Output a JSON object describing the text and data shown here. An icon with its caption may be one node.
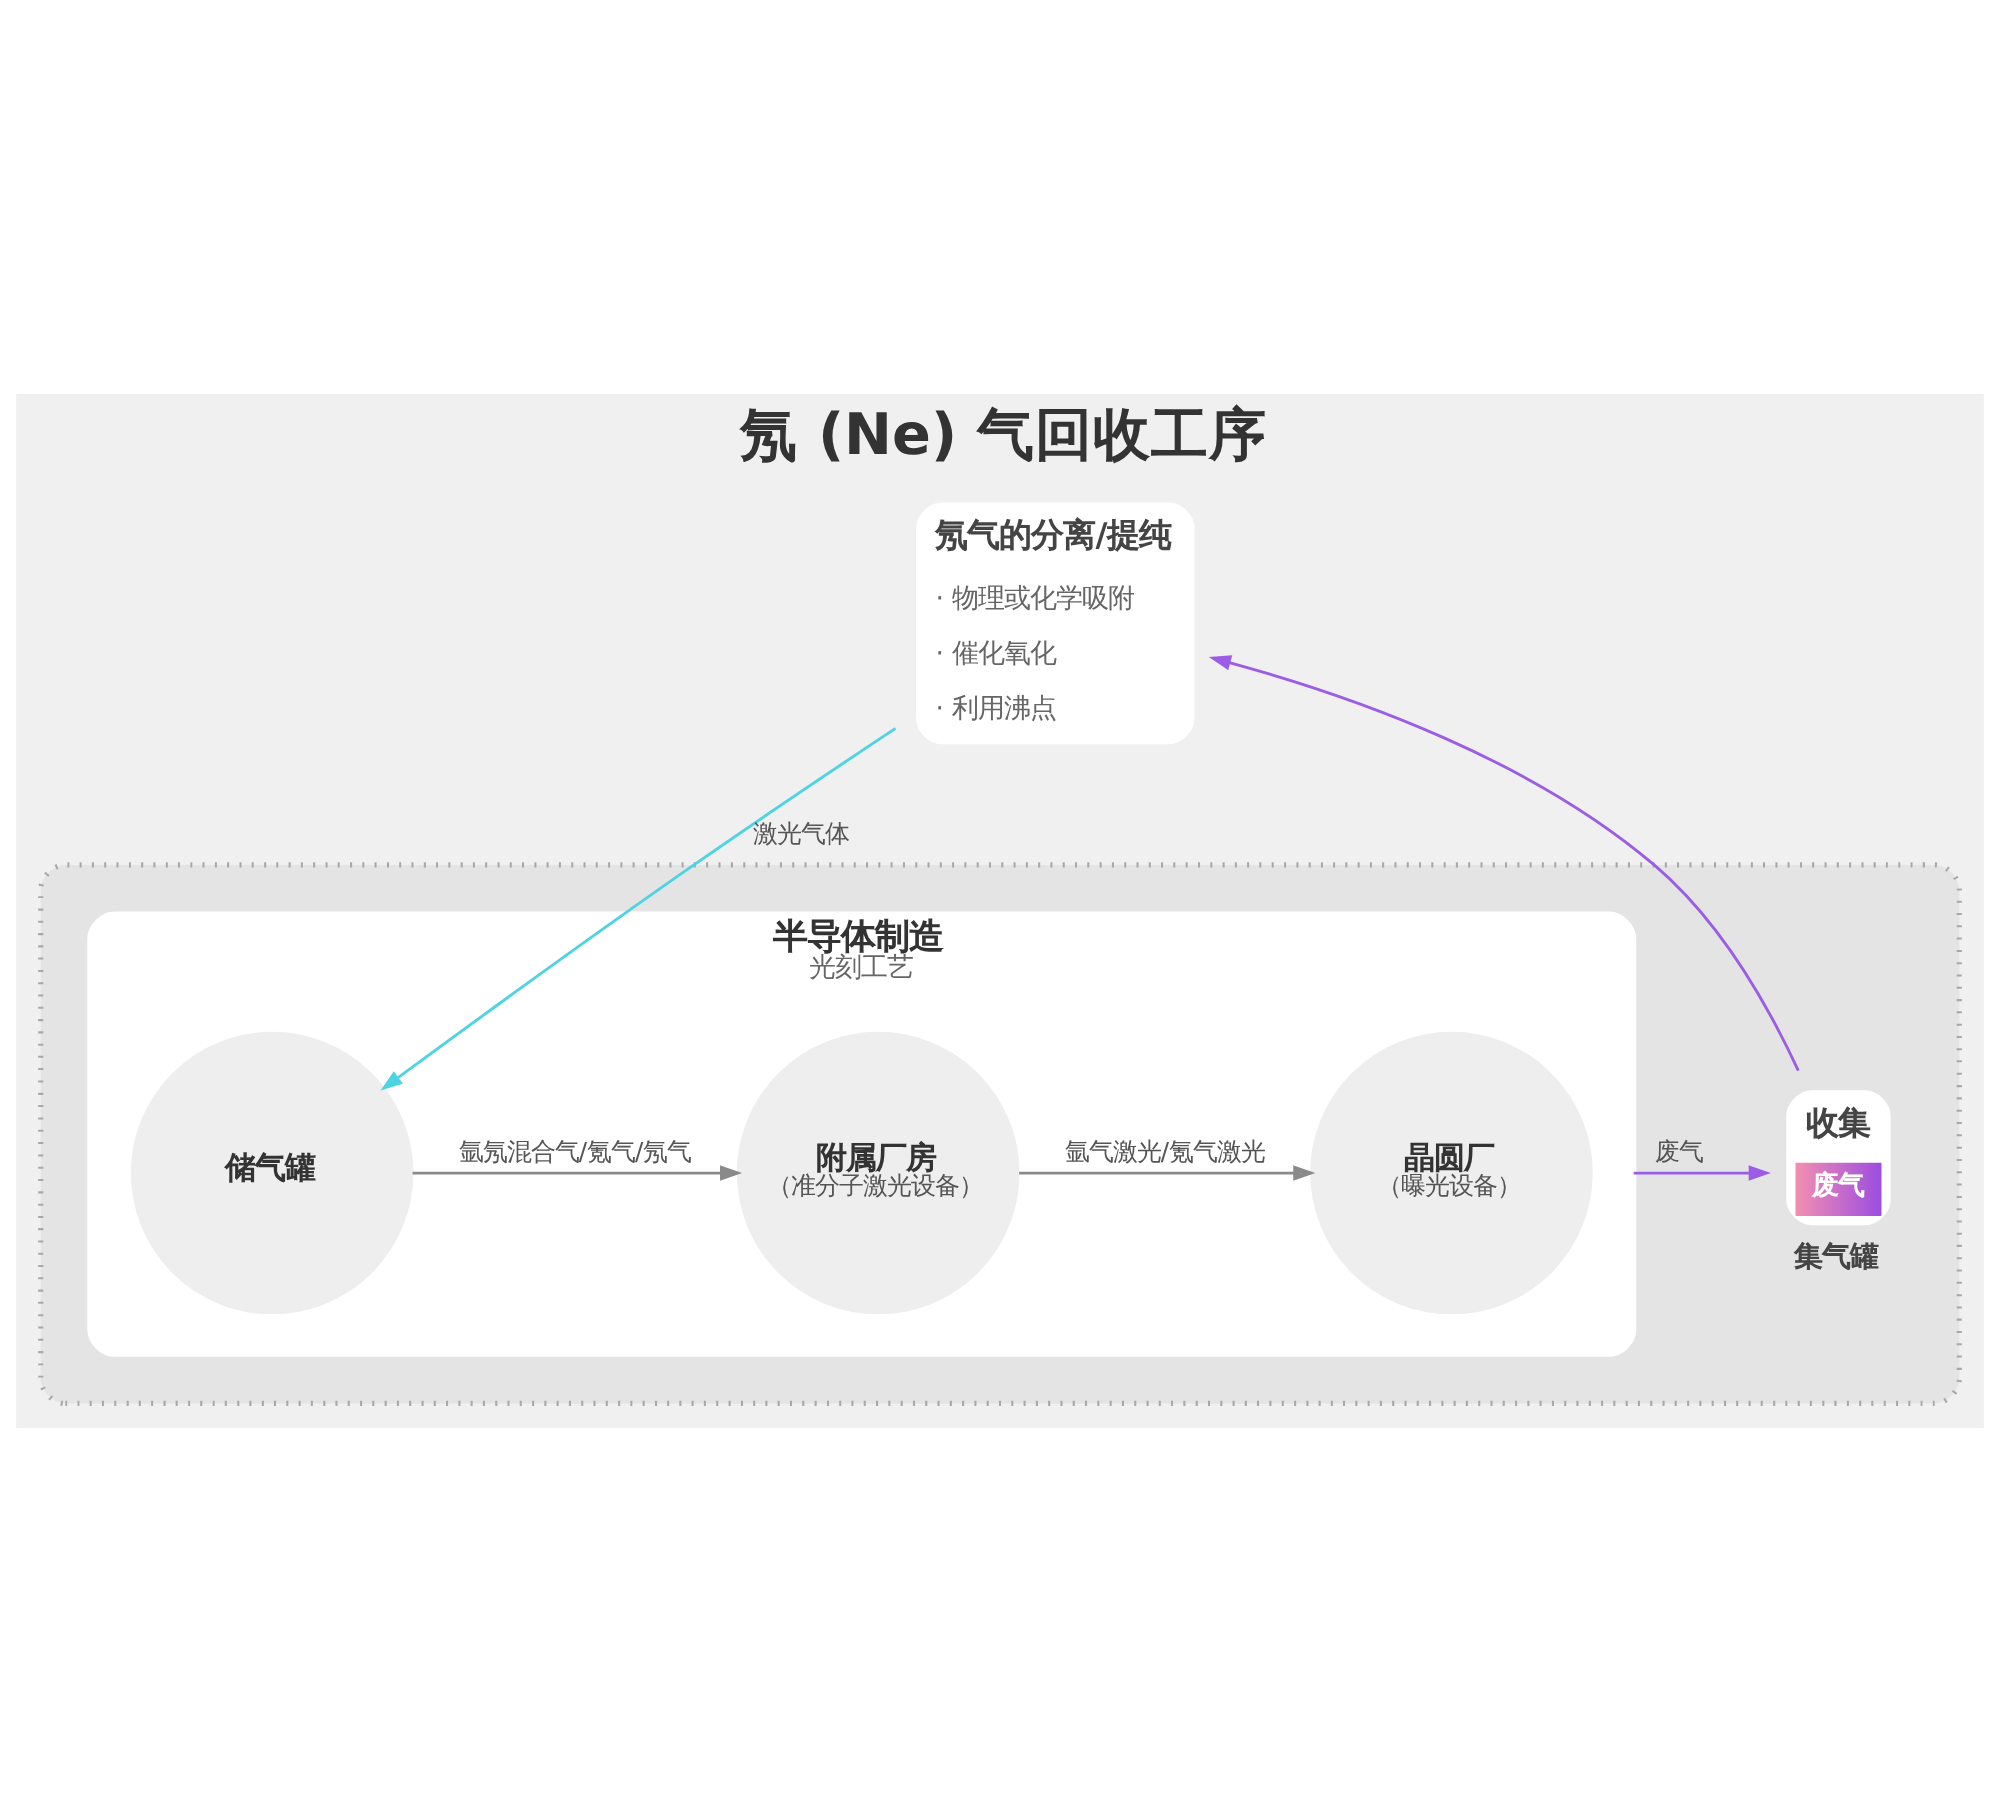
{
  "diagram": {
    "title": "氖 (Ne) 气回收工序",
    "nodes": [
      {
        "text": [
          "氖气的分离/提纯",
          "· 物理或化学吸附",
          "· 催化氧化",
          "· 利用沸点"
        ]
      },
      {
        "text": [],
        "shape": "box"
      },
      {
        "text": [
          "半导体制造",
          "光刻工艺"
        ],
        "in": 1
      },
      {
        "text": [
          "储气罐"
        ],
        "in": 2
      },
      {
        "text": [
          "附属厂房",
          "（准分子激光设备）"
        ],
        "in": 2
      },
      {
        "text": [
          "晶圆厂",
          "（曝光设备）"
        ],
        "in": 2
      },
      {
        "text": [
          "收集",
          "废气"
        ],
        "in": 1,
        "beside": [
          "集气罐"
        ]
      }
    ],
    "edges": [
      {
        "from": 0,
        "to": 3,
        "arrow": "to",
        "label": "激光气体",
        "color": "#4fd3e3"
      },
      {
        "from": 3,
        "to": 4,
        "arrow": "to",
        "label": "氩氖混合气/氪气/氖气"
      },
      {
        "from": 4,
        "to": 5,
        "arrow": "to",
        "label": "氩气激光/氪气激光"
      },
      {
        "from": 2,
        "to": 6,
        "arrow": "to",
        "label": "废气",
        "color": "#9b5de5"
      },
      {
        "from": 6,
        "to": 0,
        "arrow": "to",
        "color": "#9b5de5"
      }
    ]
  }
}
